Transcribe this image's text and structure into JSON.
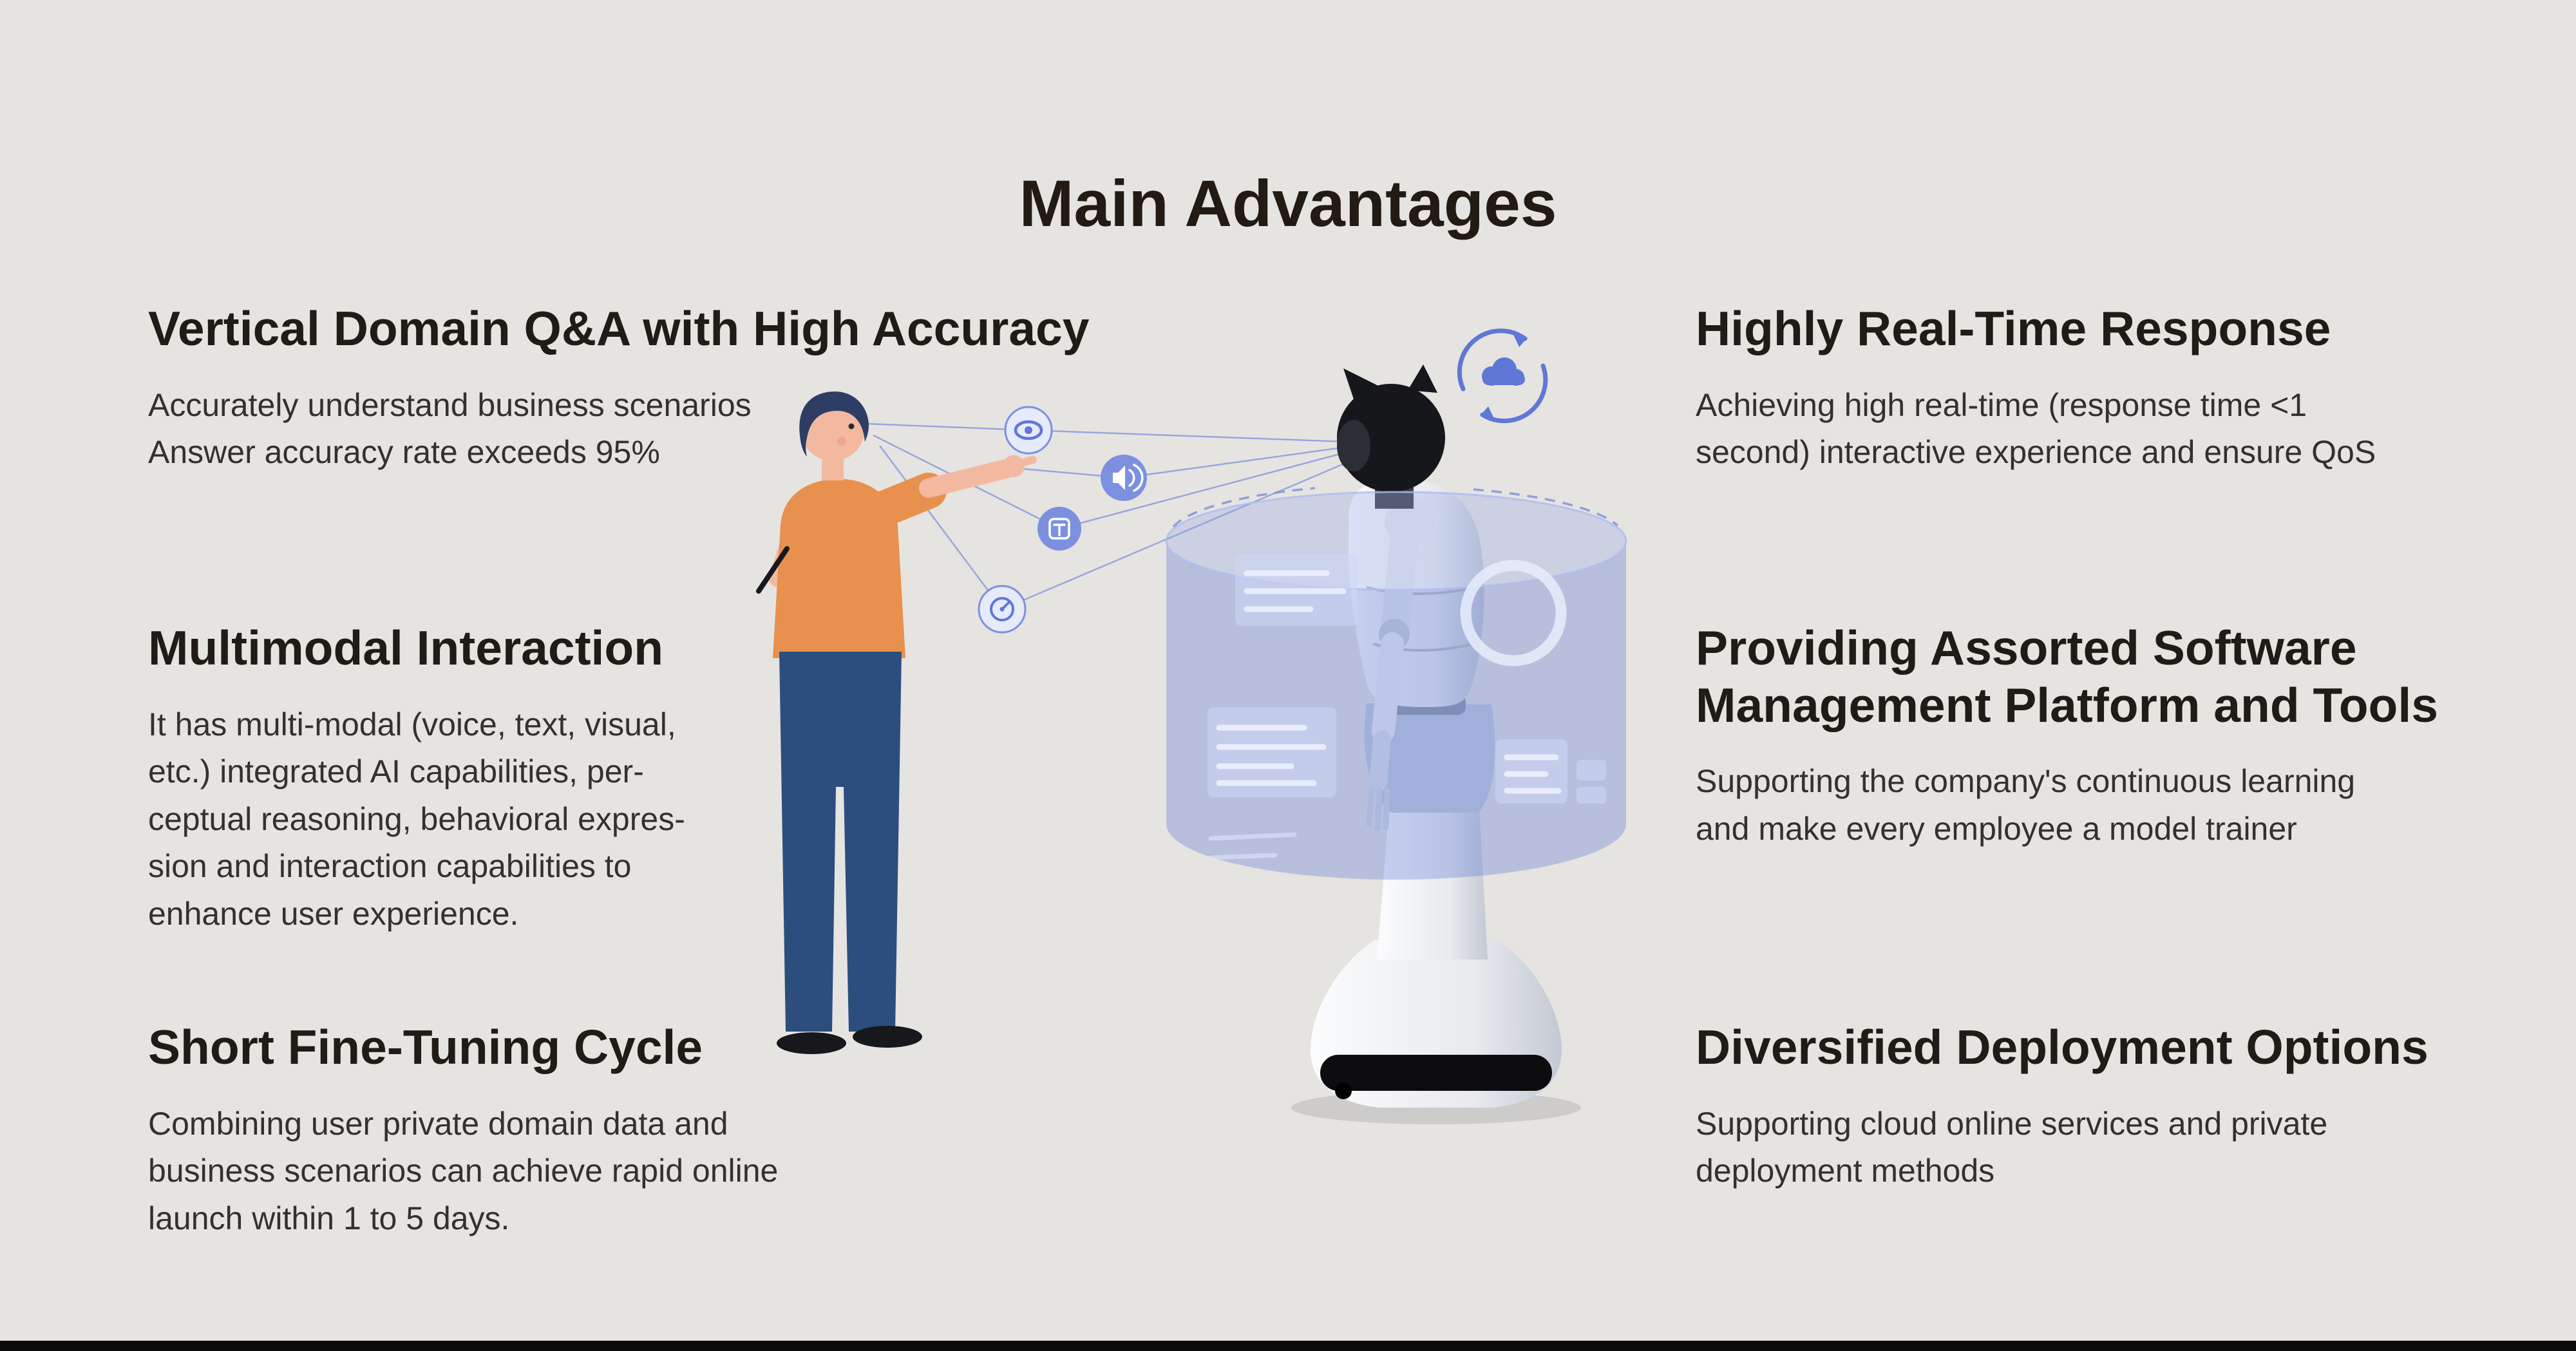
{
  "page": {
    "title": "Main Advantages",
    "background": "#e6e4e1",
    "bottom_bar_color": "#0b0b0b"
  },
  "sections": {
    "left": [
      {
        "heading": "Vertical Domain Q&A with High Accuracy",
        "body": "Accurately understand business scenarios\nAnswer accuracy rate exceeds 95%"
      },
      {
        "heading": "Multimodal Interaction",
        "body": "It has multi-modal (voice, text, visual,\netc.) integrated AI capabilities, per-\nceptual reasoning, behavioral expres-\nsion and interaction capabilities to\nenhance user experience."
      },
      {
        "heading": "Short Fine-Tuning Cycle",
        "body": "Combining user private domain data and\nbusiness scenarios can achieve rapid online\nlaunch within 1 to 5 days."
      }
    ],
    "right": [
      {
        "heading": "Highly Real-Time Response",
        "body": "Achieving high real-time (response time <1\nsecond) interactive experience and ensure QoS"
      },
      {
        "heading": "Providing Assorted Software\nManagement Platform and Tools",
        "body": "Supporting the company's continuous learning\nand make every employee a model trainer"
      },
      {
        "heading": "Diversified Deployment Options",
        "body": "Supporting cloud online services and private\ndeployment methods"
      }
    ]
  },
  "illustration": {
    "description": "Person interacting with a service robot through a holographic interface",
    "icons": [
      {
        "name": "eye-icon"
      },
      {
        "name": "voice-icon"
      },
      {
        "name": "text-icon"
      },
      {
        "name": "gauge-icon"
      },
      {
        "name": "cloud-sync-icon"
      }
    ],
    "colors": {
      "accent_blue": "#5f77d5",
      "icon_fill_blue": "#7d90e0",
      "icon_fill_light": "#e6ebfb",
      "hologram_blue": "#6179d6",
      "panel_blue": "#cdd7f5",
      "shirt": "#e8914e",
      "pants": "#2b4e7e",
      "skin": "#f3b9a0",
      "hair": "#2e3d63",
      "robot_white": "#f2f3f6",
      "robot_dark": "#16171b"
    }
  }
}
